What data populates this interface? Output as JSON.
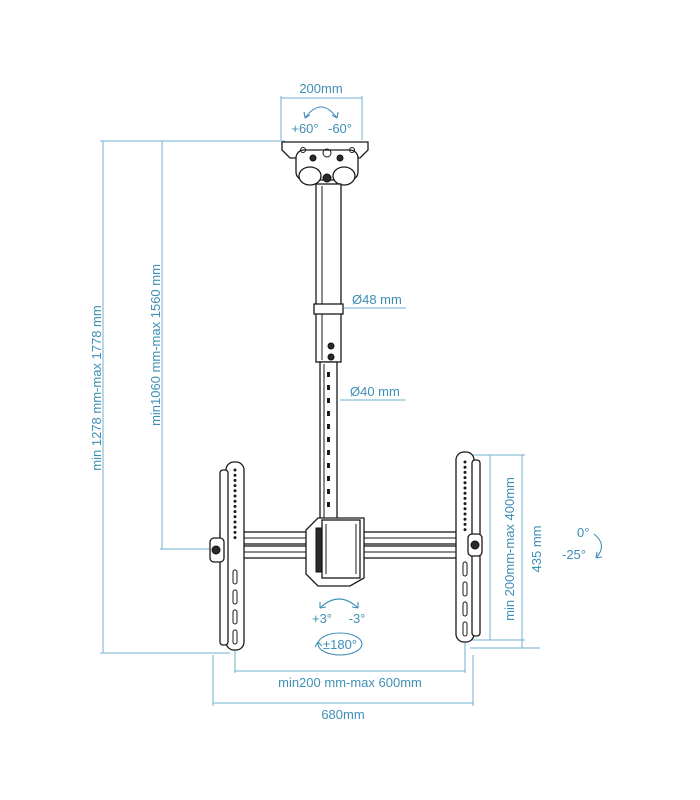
{
  "labels": {
    "plate_width": "200mm",
    "swivel_left": "+60°",
    "swivel_right": "-60°",
    "upper_tube": "Ø48 mm",
    "lower_tube": "Ø40 mm",
    "total_height": "min 1278 mm-max 1778 mm",
    "pole_height": "min1060 mm-max 1560 mm",
    "vesa_vertical": "min 200mm-max 400mm",
    "bracket_height": "435 mm",
    "tilt_top": "0°",
    "tilt_bottom": "-25°",
    "level_left": "+3°",
    "level_right": "-3°",
    "rotation": "±180°",
    "vesa_horizontal": "min200 mm-max 600mm",
    "total_width": "680mm"
  },
  "colors": {
    "dimension": "#3f8fb5",
    "line": "#1a1a1a"
  }
}
